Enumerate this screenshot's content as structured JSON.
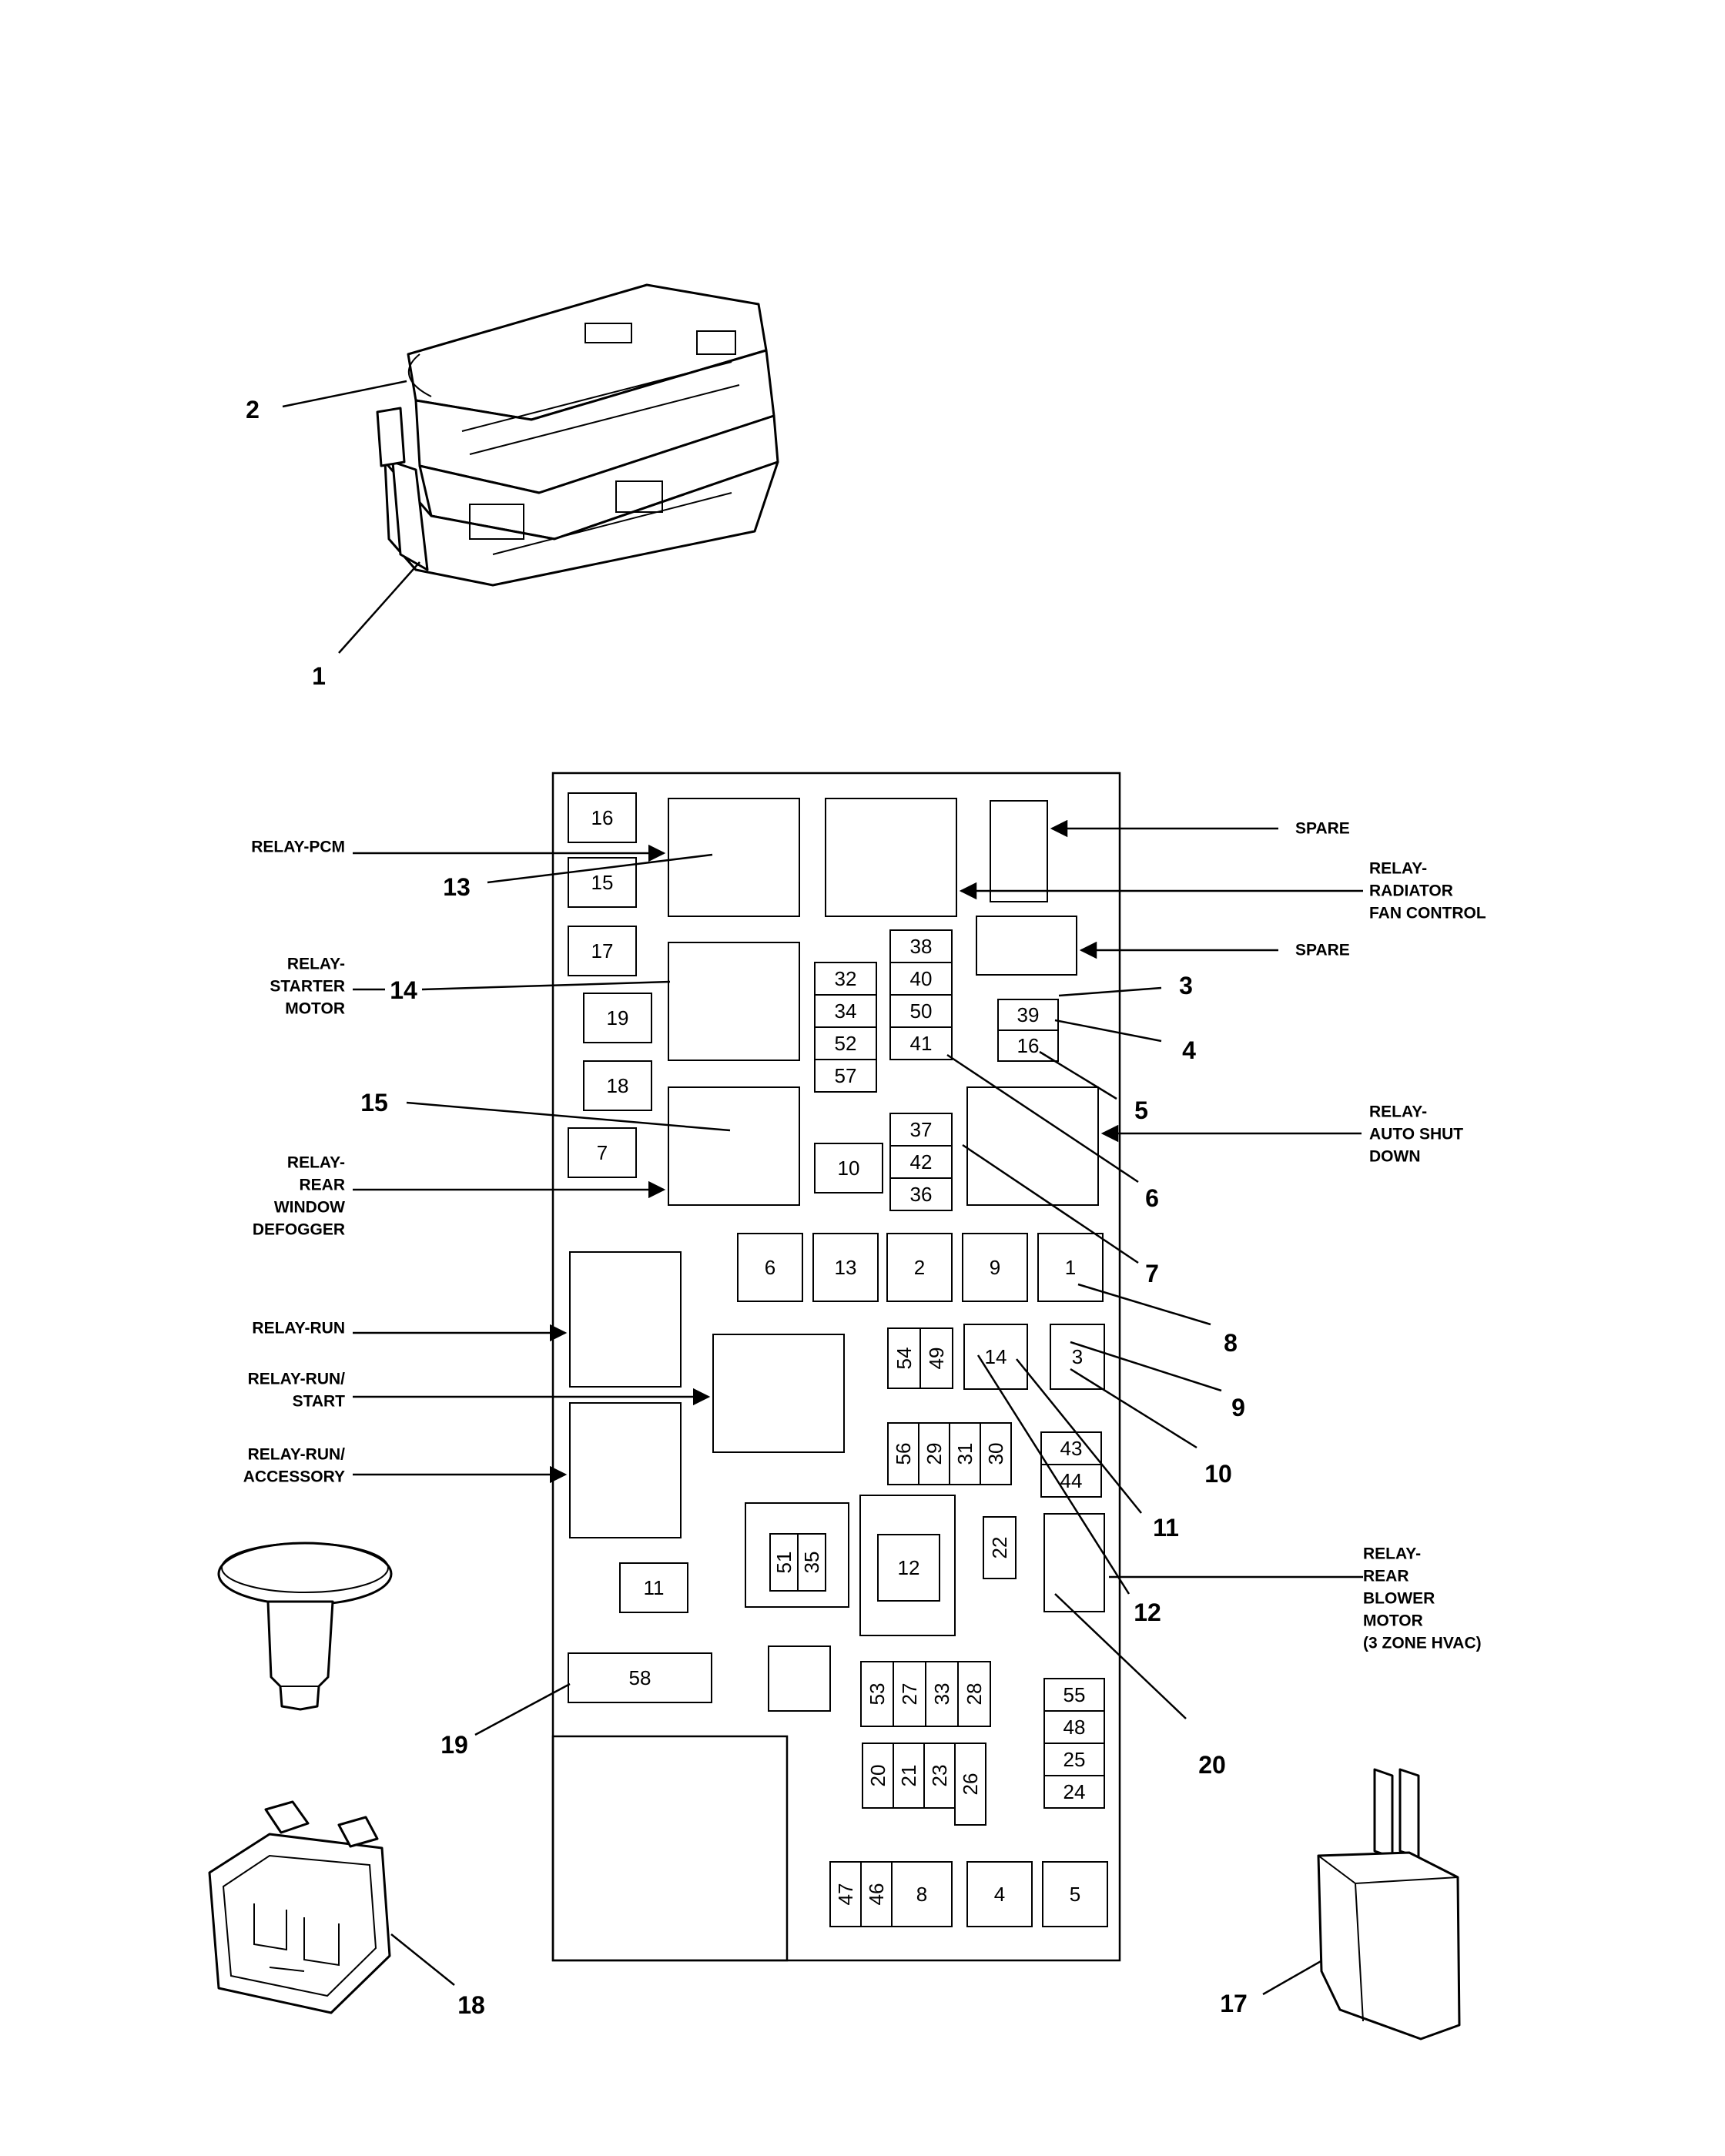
{
  "fuse_cells": [
    {
      "id": "16",
      "label": "16"
    },
    {
      "id": "15",
      "label": "15"
    },
    {
      "id": "17",
      "label": "17"
    },
    {
      "id": "19",
      "label": "19"
    },
    {
      "id": "18",
      "label": "18"
    },
    {
      "id": "7",
      "label": "7"
    },
    {
      "id": "32",
      "label": "32"
    },
    {
      "id": "34",
      "label": "34"
    },
    {
      "id": "52",
      "label": "52"
    },
    {
      "id": "57",
      "label": "57"
    },
    {
      "id": "38",
      "label": "38"
    },
    {
      "id": "40",
      "label": "40"
    },
    {
      "id": "50",
      "label": "50"
    },
    {
      "id": "41",
      "label": "41"
    },
    {
      "id": "39",
      "label": "39"
    },
    {
      "id": "16b",
      "label": "16"
    },
    {
      "id": "37",
      "label": "37"
    },
    {
      "id": "42",
      "label": "42"
    },
    {
      "id": "36",
      "label": "36"
    },
    {
      "id": "10",
      "label": "10"
    },
    {
      "id": "6",
      "label": "6"
    },
    {
      "id": "13",
      "label": "13"
    },
    {
      "id": "2",
      "label": "2"
    },
    {
      "id": "9",
      "label": "9"
    },
    {
      "id": "1",
      "label": "1"
    },
    {
      "id": "54",
      "label": "54"
    },
    {
      "id": "49",
      "label": "49"
    },
    {
      "id": "14",
      "label": "14"
    },
    {
      "id": "3",
      "label": "3"
    },
    {
      "id": "56",
      "label": "56"
    },
    {
      "id": "29",
      "label": "29"
    },
    {
      "id": "31",
      "label": "31"
    },
    {
      "id": "30",
      "label": "30"
    },
    {
      "id": "43",
      "label": "43"
    },
    {
      "id": "44",
      "label": "44"
    },
    {
      "id": "51",
      "label": "51"
    },
    {
      "id": "35",
      "label": "35"
    },
    {
      "id": "12",
      "label": "12"
    },
    {
      "id": "22",
      "label": "22"
    },
    {
      "id": "11",
      "label": "11"
    },
    {
      "id": "58",
      "label": "58"
    },
    {
      "id": "53",
      "label": "53"
    },
    {
      "id": "27",
      "label": "27"
    },
    {
      "id": "33",
      "label": "33"
    },
    {
      "id": "28",
      "label": "28"
    },
    {
      "id": "55",
      "label": "55"
    },
    {
      "id": "48",
      "label": "48"
    },
    {
      "id": "25",
      "label": "25"
    },
    {
      "id": "24",
      "label": "24"
    },
    {
      "id": "20",
      "label": "20"
    },
    {
      "id": "21",
      "label": "21"
    },
    {
      "id": "23",
      "label": "23"
    },
    {
      "id": "26",
      "label": "26"
    },
    {
      "id": "47",
      "label": "47"
    },
    {
      "id": "46",
      "label": "46"
    },
    {
      "id": "8",
      "label": "8"
    },
    {
      "id": "4",
      "label": "4"
    },
    {
      "id": "5",
      "label": "5"
    }
  ],
  "callouts": {
    "c1": "1",
    "c2": "2",
    "c3": "3",
    "c4": "4",
    "c5": "5",
    "c6": "6",
    "c7": "7",
    "c8": "8",
    "c9": "9",
    "c10": "10",
    "c11": "11",
    "c12": "12",
    "c13": "13",
    "c14": "14",
    "c15": "15",
    "c17": "17",
    "c18": "18",
    "c19": "19",
    "c20": "20"
  },
  "labels": {
    "relay_pcm": [
      "RELAY-PCM"
    ],
    "relay_starter": [
      "RELAY-",
      "STARTER",
      "MOTOR"
    ],
    "relay_rear_defogger": [
      "RELAY-",
      "REAR",
      "WINDOW",
      "DEFOGGER"
    ],
    "relay_run": [
      "RELAY-RUN"
    ],
    "relay_run_start": [
      "RELAY-RUN/",
      "START"
    ],
    "relay_run_accessory": [
      "RELAY-RUN/",
      "ACCESSORY"
    ],
    "spare_top": [
      "SPARE"
    ],
    "relay_radiator": [
      "RELAY-",
      "RADIATOR",
      "FAN CONTROL"
    ],
    "spare_mid": [
      "SPARE"
    ],
    "relay_asd": [
      "RELAY-",
      "AUTO SHUT",
      "DOWN"
    ],
    "relay_rear_blower": [
      "RELAY-",
      "REAR",
      "BLOWER",
      "MOTOR",
      "(3 ZONE HVAC)"
    ]
  }
}
